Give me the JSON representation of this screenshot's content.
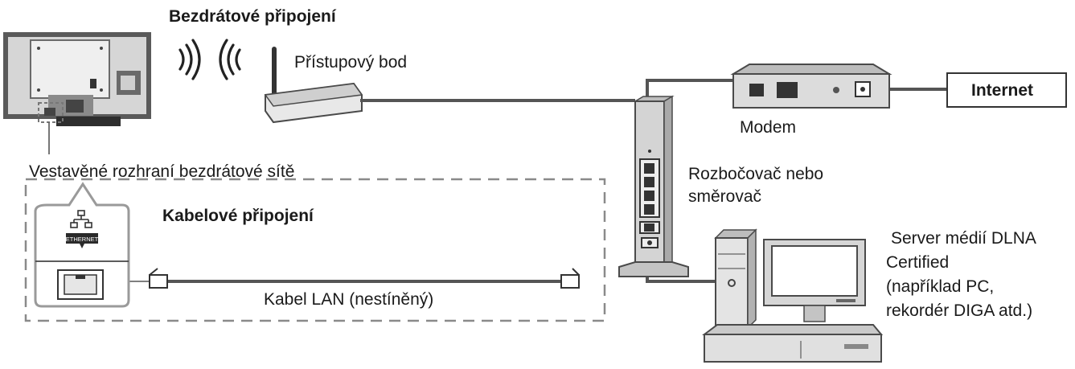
{
  "labels": {
    "wireless_title": "Bezdrátové připojení",
    "access_point": "Přístupový bod",
    "modem": "Modem",
    "internet": "Internet",
    "builtin_wlan": "Vestavěné rozhraní bezdrátové sítě",
    "hub_router_line1": "Rozbočovač nebo",
    "hub_router_line2": "směrovač",
    "wired_title": "Kabelové připojení",
    "lan_cable": "Kabel LAN (nestíněný)",
    "dlna_line1": "Server médií DLNA",
    "dlna_line2": "Certified",
    "dlna_line3": "(například PC,",
    "dlna_line4": "rekordér DIGA atd.)",
    "eth_port_label": "ETHERNET"
  },
  "colors": {
    "line": "#555555",
    "device_fill": "#d4d4d4",
    "device_dark": "#3a3a3a",
    "dash_border": "#8a8a8a",
    "text": "#1a1a1a"
  },
  "icons": {
    "tv": "tv-back-icon",
    "signal": "wireless-signal-icon",
    "router": "access-point-icon",
    "modem": "modem-icon",
    "hub": "hub-router-icon",
    "computer": "computer-icon",
    "lan_port": "lan-port-icon"
  }
}
